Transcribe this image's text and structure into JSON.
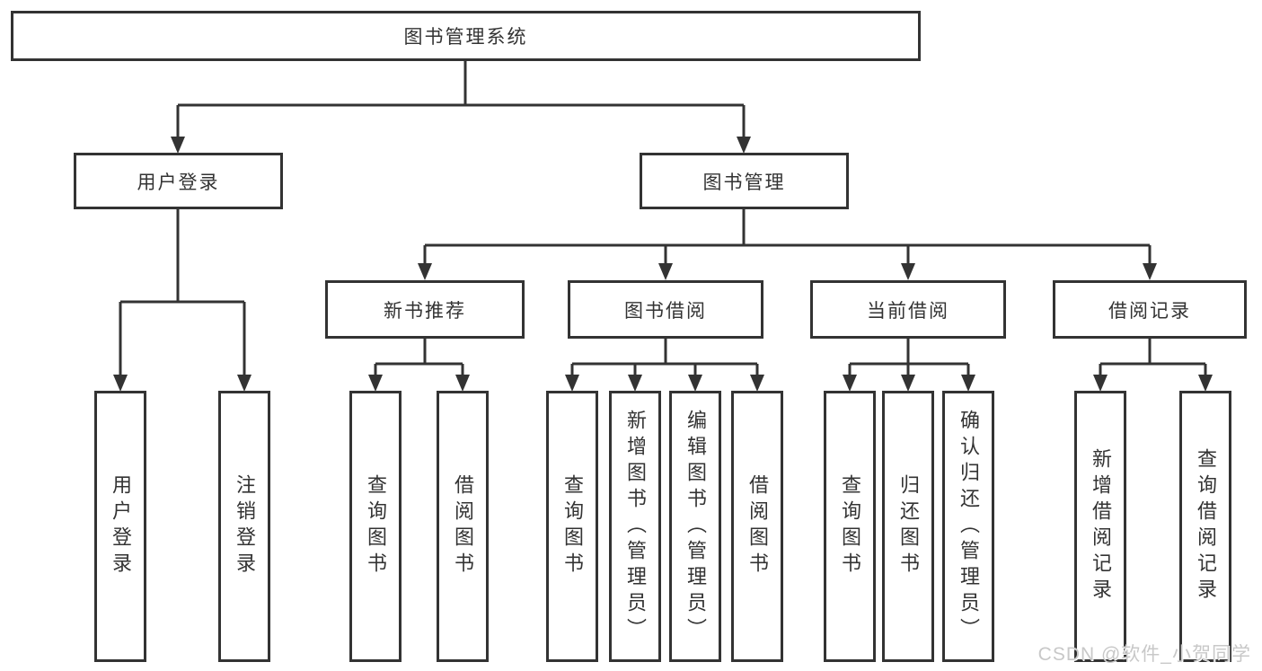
{
  "colors": {
    "line": "#333333",
    "text": "#333333",
    "background": "#ffffff",
    "watermark": "#c8c8c8"
  },
  "tree": {
    "root": {
      "label": "图书管理系统",
      "children": [
        {
          "label": "用户登录",
          "children": [
            {
              "label": "用户登录"
            },
            {
              "label": "注销登录"
            }
          ]
        },
        {
          "label": "图书管理",
          "children": [
            {
              "label": "新书推荐",
              "children": [
                {
                  "label": "查询图书"
                },
                {
                  "label": "借阅图书"
                }
              ]
            },
            {
              "label": "图书借阅",
              "children": [
                {
                  "label": "查询图书"
                },
                {
                  "label": "新增图书（管理员）"
                },
                {
                  "label": "编辑图书（管理员）"
                },
                {
                  "label": "借阅图书"
                }
              ]
            },
            {
              "label": "当前借阅",
              "children": [
                {
                  "label": "查询图书"
                },
                {
                  "label": "归还图书"
                },
                {
                  "label": "确认归还（管理员）"
                }
              ]
            },
            {
              "label": "借阅记录",
              "children": [
                {
                  "label": "新增借阅记录"
                },
                {
                  "label": "查询借阅记录"
                }
              ]
            }
          ]
        }
      ]
    }
  },
  "watermark": {
    "text": "CSDN @软件_小贺同学"
  }
}
